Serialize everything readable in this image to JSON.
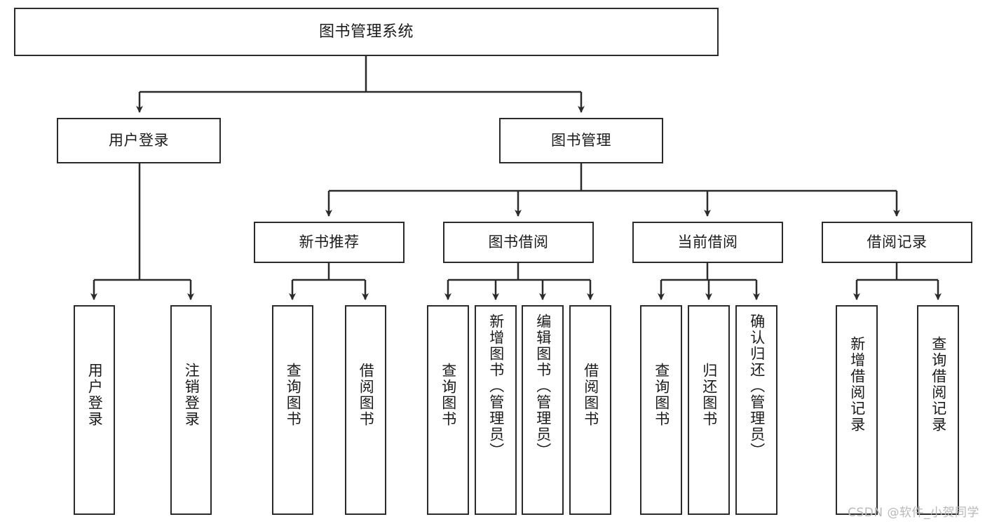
{
  "diagram": {
    "title": "图书管理系统",
    "line_color": "#2b2b2b",
    "box_border_color": "#2b2b2b",
    "box_fill_color": "#ffffff",
    "background_color": "#ffffff",
    "watermark": "CSDN @软件_小贺同学",
    "levels": {
      "root": {
        "label": "图书管理系统"
      },
      "level2": [
        {
          "label": "用户登录"
        },
        {
          "label": "图书管理"
        }
      ],
      "level3": [
        {
          "label": "新书推荐"
        },
        {
          "label": "图书借阅"
        },
        {
          "label": "当前借阅"
        },
        {
          "label": "借阅记录"
        }
      ],
      "leaves": {
        "user_login": [
          {
            "label": "用户登录"
          },
          {
            "label": "注销登录"
          }
        ],
        "new_book_recommend": [
          {
            "label": "查询图书"
          },
          {
            "label": "借阅图书"
          }
        ],
        "book_borrow": [
          {
            "label": "查询图书"
          },
          {
            "label": "新增图书（管理员）"
          },
          {
            "label": "编辑图书（管理员）"
          },
          {
            "label": "借阅图书"
          }
        ],
        "current_borrow": [
          {
            "label": "查询图书"
          },
          {
            "label": "归还图书"
          },
          {
            "label": "确认归还（管理员）"
          }
        ],
        "borrow_record": [
          {
            "label": "新增借阅记录"
          },
          {
            "label": "查询借阅记录"
          }
        ]
      }
    }
  }
}
